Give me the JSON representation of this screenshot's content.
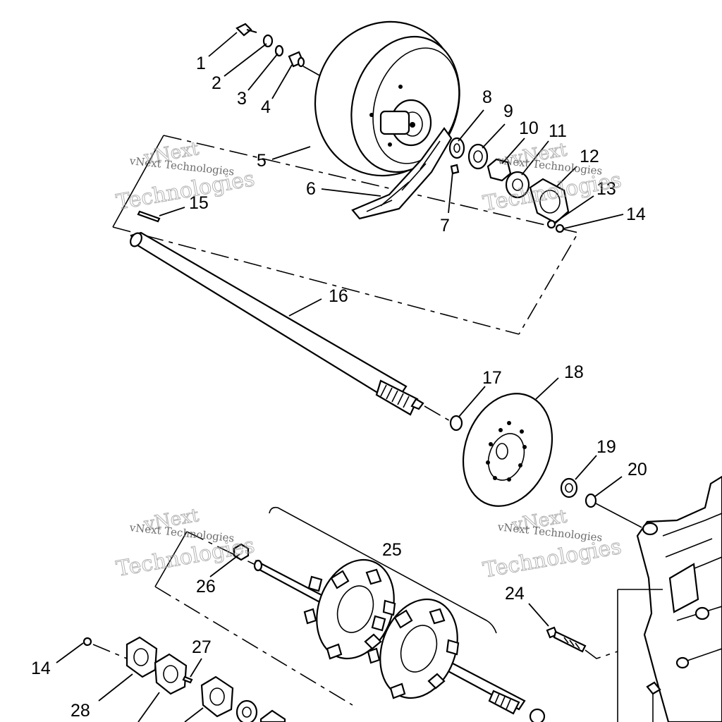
{
  "diagram": {
    "callouts": [
      "1",
      "2",
      "3",
      "4",
      "5",
      "6",
      "7",
      "8",
      "9",
      "10",
      "11",
      "12",
      "13",
      "14",
      "15",
      "16",
      "17",
      "18",
      "19",
      "20",
      "24",
      "25",
      "26",
      "14",
      "28",
      "27"
    ],
    "watermark": {
      "brand_top": "vNext",
      "brand_bottom": "Technologies",
      "caption": "vNext Technologies"
    }
  }
}
